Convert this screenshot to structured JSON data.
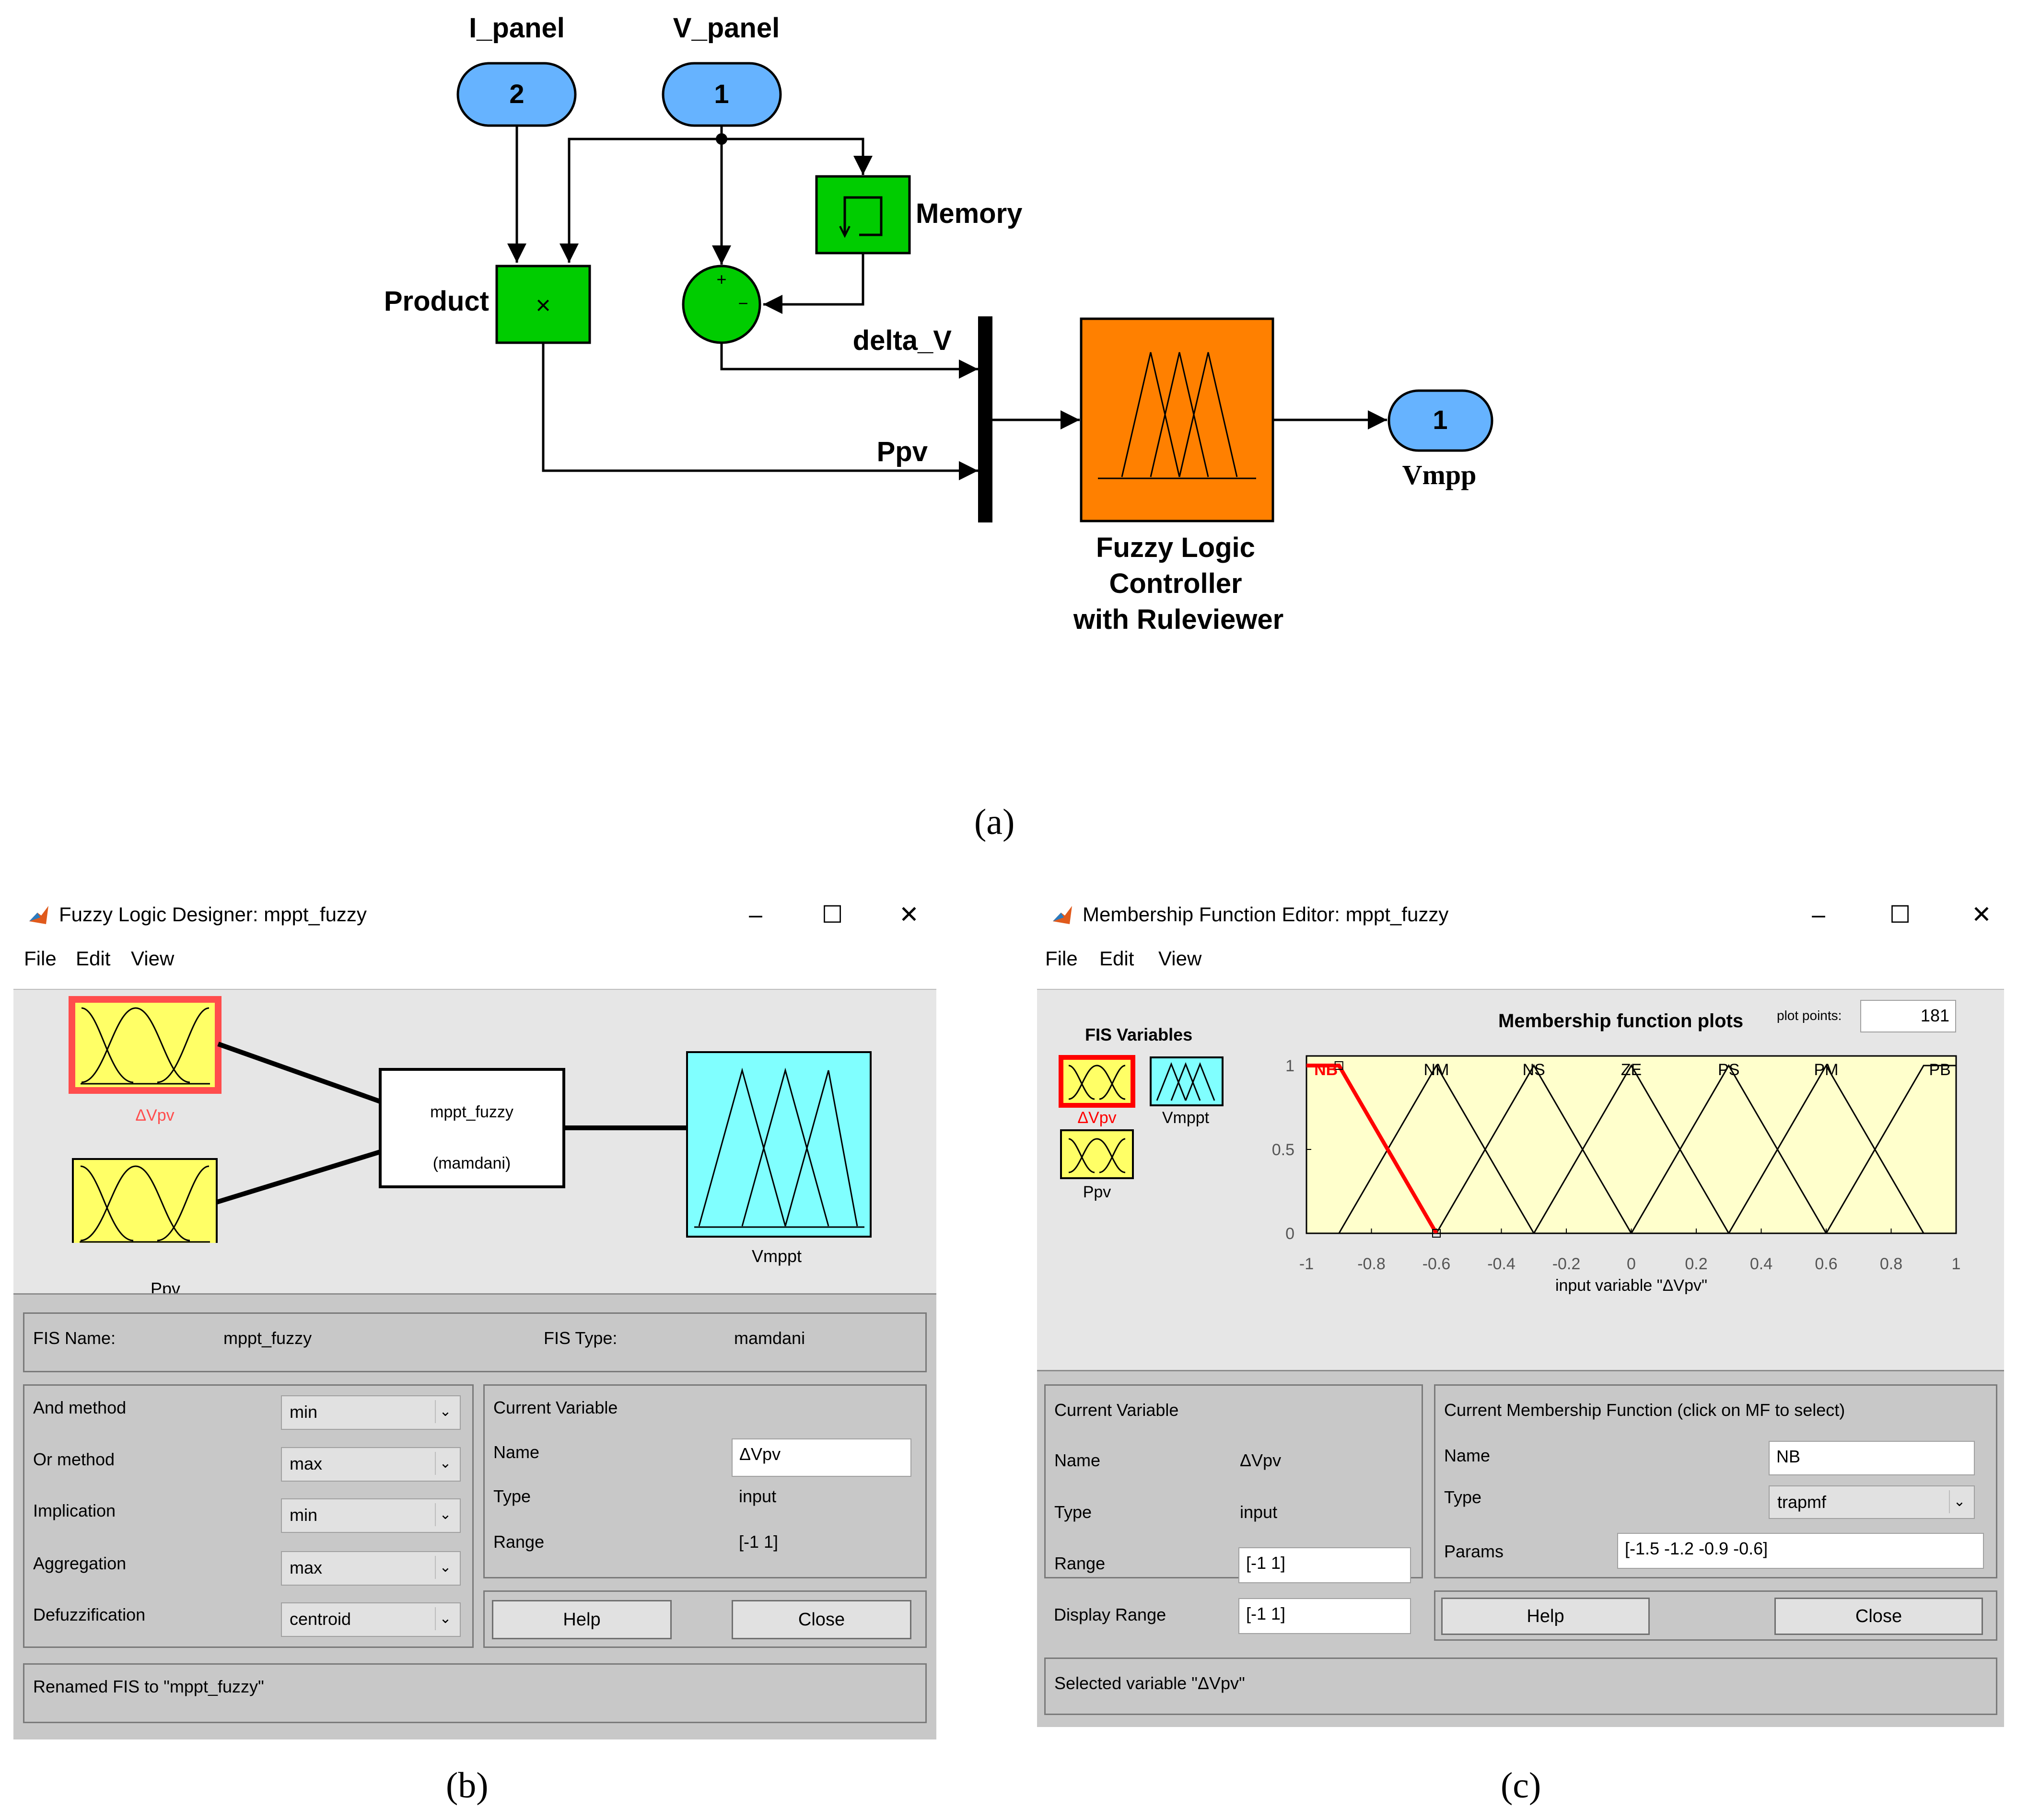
{
  "figure_a": {
    "caption": "(a)",
    "inports": [
      {
        "num": "2",
        "label": "I_panel"
      },
      {
        "num": "1",
        "label": "V_panel"
      }
    ],
    "memory_label": "Memory",
    "product_label": "Product",
    "product_symbol": "×",
    "sum_signs": [
      "+",
      "−"
    ],
    "delta_label": "delta_V",
    "ppv_label": "Ppv",
    "flc_label": [
      "Fuzzy Logic",
      "Controller",
      "with Ruleviewer"
    ],
    "outport": {
      "num": "1",
      "label": "Vmpp"
    },
    "colors": {
      "port": "#66b3ff",
      "green": "#00cc00",
      "orange": "#ff8000"
    }
  },
  "figure_b": {
    "caption": "(b)",
    "title": "Fuzzy Logic Designer: mppt_fuzzy",
    "menu": [
      "File",
      "Edit",
      "View"
    ],
    "inputs": [
      "ΔVpv",
      "Ppv"
    ],
    "fis_box": [
      "mppt_fuzzy",
      "(mamdani)"
    ],
    "output": "Vmppt",
    "fis_name_label": "FIS Name:",
    "fis_name": "mppt_fuzzy",
    "fis_type_label": "FIS Type:",
    "fis_type": "mamdani",
    "methods": [
      {
        "label": "And method",
        "value": "min"
      },
      {
        "label": "Or method",
        "value": "max"
      },
      {
        "label": "Implication",
        "value": "min"
      },
      {
        "label": "Aggregation",
        "value": "max"
      },
      {
        "label": "Defuzzification",
        "value": "centroid"
      }
    ],
    "current_variable_label": "Current Variable",
    "name_label": "Name",
    "name_value": "ΔVpv",
    "type_label": "Type",
    "type_value": "input",
    "range_label": "Range",
    "range_value": "[-1 1]",
    "help": "Help",
    "close": "Close",
    "status": "Renamed FIS to \"mppt_fuzzy\""
  },
  "figure_c": {
    "caption": "(c)",
    "title": "Membership Function Editor: mppt_fuzzy",
    "menu": [
      "File",
      "Edit",
      "View"
    ],
    "fis_variables_label": "FIS Variables",
    "vars": [
      "ΔVpv",
      "Vmppt",
      "Ppv"
    ],
    "plot_title": "Membership function plots",
    "plot_points_label": "plot points:",
    "plot_points": "181",
    "current_variable_label": "Current Variable",
    "name_label": "Name",
    "name_value": "ΔVpv",
    "type_label": "Type",
    "type_value": "input",
    "range_label": "Range",
    "range_value": "[-1 1]",
    "display_range_label": "Display Range",
    "display_range_value": "[-1 1]",
    "current_mf_label": "Current Membership Function (click on MF to select)",
    "mf_name_label": "Name",
    "mf_name": "NB",
    "mf_type_label": "Type",
    "mf_type": "trapmf",
    "params_label": "Params",
    "params": "[-1.5 -1.2 -0.9 -0.6]",
    "help": "Help",
    "close": "Close",
    "status": "Selected variable \"ΔVpv\""
  },
  "chart_data": {
    "type": "line",
    "title": "Membership function plots",
    "xlabel": "input variable \"ΔVpv\"",
    "ylabel": "",
    "xlim": [
      -1,
      1
    ],
    "ylim": [
      0,
      1
    ],
    "xticks": [
      "-1",
      "-0.8",
      "-0.6",
      "-0.4",
      "-0.2",
      "0",
      "0.2",
      "0.4",
      "0.6",
      "0.8",
      "1"
    ],
    "yticks": [
      "0",
      "0.5",
      "1"
    ],
    "series": [
      {
        "name": "NB",
        "x": [
          -1.5,
          -1.2,
          -0.9,
          -0.6
        ],
        "y": [
          0,
          1,
          1,
          0
        ]
      },
      {
        "name": "NM",
        "x": [
          -0.9,
          -0.6,
          -0.3
        ],
        "y": [
          0,
          1,
          0
        ]
      },
      {
        "name": "NS",
        "x": [
          -0.6,
          -0.3,
          0
        ],
        "y": [
          0,
          1,
          0
        ]
      },
      {
        "name": "ZE",
        "x": [
          -0.3,
          0,
          0.3
        ],
        "y": [
          0,
          1,
          0
        ]
      },
      {
        "name": "PS",
        "x": [
          0,
          0.3,
          0.6
        ],
        "y": [
          0,
          1,
          0
        ]
      },
      {
        "name": "PM",
        "x": [
          0.3,
          0.6,
          0.9
        ],
        "y": [
          0,
          1,
          0
        ]
      },
      {
        "name": "PB",
        "x": [
          0.6,
          0.9,
          1.2,
          1.5
        ],
        "y": [
          0,
          1,
          1,
          0
        ]
      }
    ],
    "selected": "NB",
    "colors": {
      "background": "#ffffcc",
      "selected": "#ff0000",
      "line": "#000000"
    }
  }
}
